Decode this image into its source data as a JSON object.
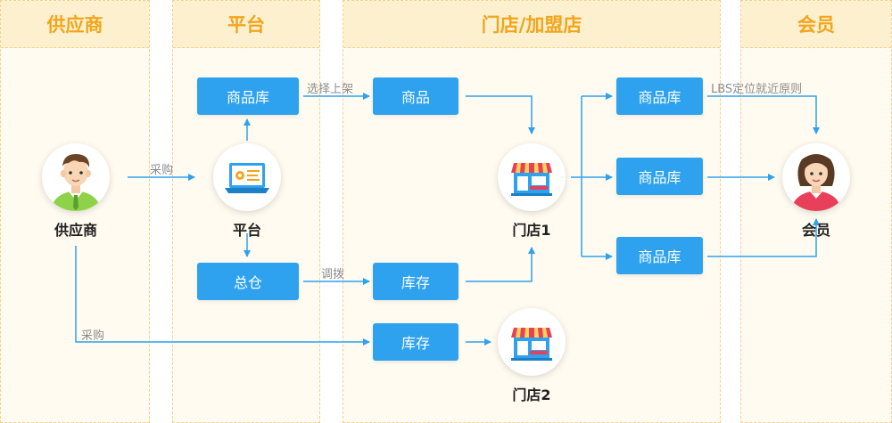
{
  "lanes": {
    "supplier": "供应商",
    "platform": "平台",
    "store": "门店/加盟店",
    "member": "会员"
  },
  "nodes": {
    "supplier": "供应商",
    "platform": "平台",
    "store1": "门店1",
    "store2": "门店2",
    "member": "会员"
  },
  "boxes": {
    "platform_catalog": "商品库",
    "warehouse": "总仓",
    "store_product": "商品",
    "store_inventory_1": "库存",
    "store_inventory_2": "库存",
    "member_catalog_1": "商品库",
    "member_catalog_2": "商品库",
    "member_catalog_3": "商品库"
  },
  "edge_labels": {
    "purchase_1": "采购",
    "select_listing": "选择上架",
    "transfer": "调拨",
    "purchase_2": "采购",
    "lbs_rule": "LBS定位就近原则"
  },
  "colors": {
    "lane_header_text": "#f2a51c",
    "lane_header_bg": "#fdf0cf",
    "lane_bg": "#fffbf0",
    "box": "#2ea2ee",
    "arrow": "#2ea2ee"
  }
}
